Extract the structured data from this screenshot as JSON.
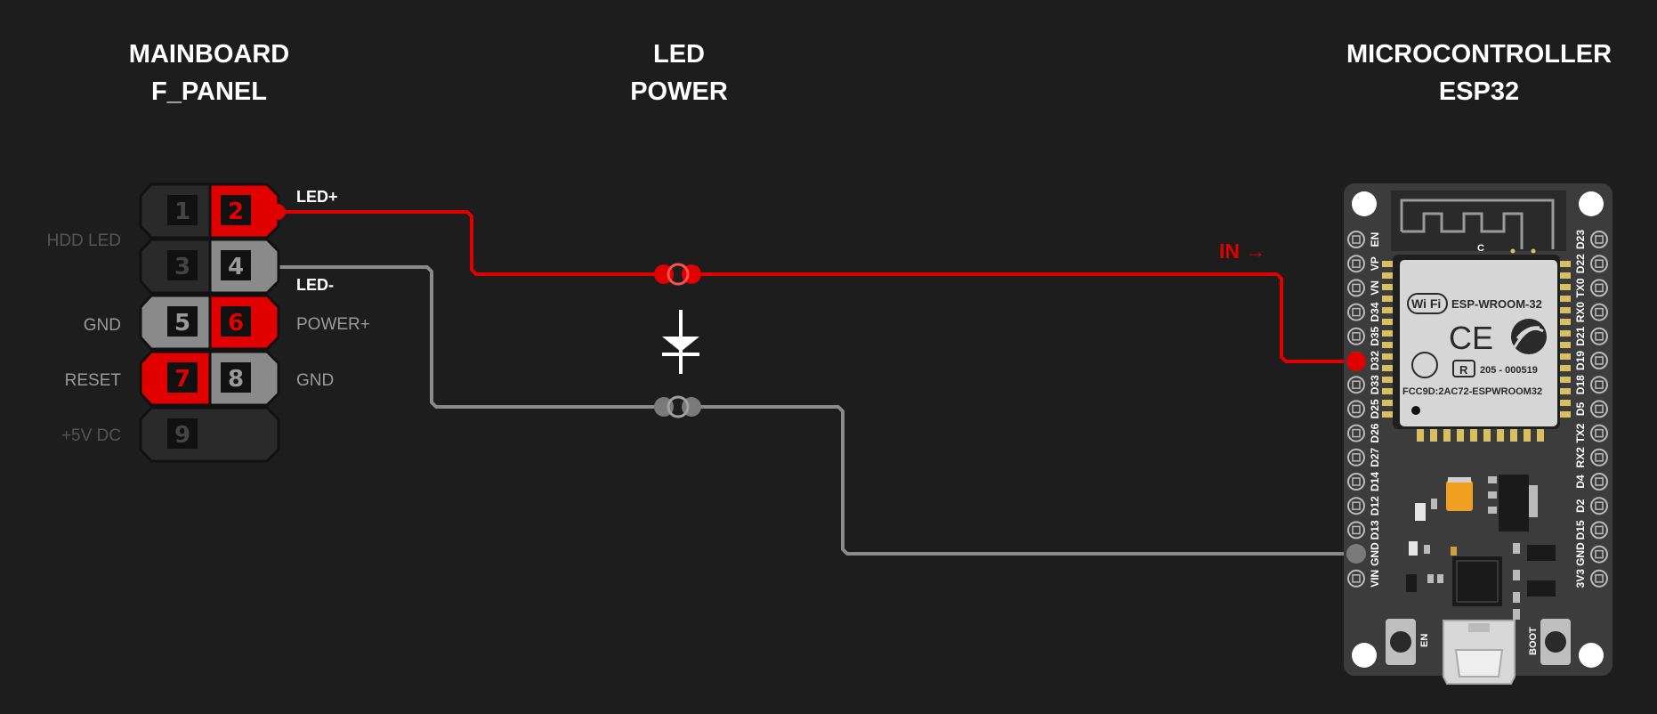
{
  "titles": {
    "left": [
      "MAINBOARD",
      "F_PANEL"
    ],
    "center": [
      "LED",
      "POWER"
    ],
    "right": [
      "MICROCONTROLLER",
      "ESP32"
    ]
  },
  "header": {
    "pins": [
      "1",
      "2",
      "3",
      "4",
      "5",
      "6",
      "7",
      "8",
      "9"
    ],
    "left_labels": {
      "hdd": "HDD LED",
      "gnd": "GND",
      "reset": "RESET",
      "v5": "+5V DC"
    },
    "right_labels": {
      "led_plus": "LED+",
      "led_minus": "LED-",
      "power_plus": "POWER+",
      "gnd": "GND"
    }
  },
  "wires": {
    "in_label": "IN →"
  },
  "esp32": {
    "module_name": "ESP-WROOM-32",
    "wifi_text": "Wi Fi",
    "ce_text": "CE",
    "cert_number": "205 - 000519",
    "fcc": "FCC9D:2AC72-ESPWROOM32",
    "r_mark": "R",
    "antenna_c": "C",
    "en_button": "EN",
    "boot_button": "BOOT",
    "left_pins": [
      "EN",
      "VP",
      "VN",
      "D34",
      "D35",
      "D32",
      "D33",
      "D25",
      "D26",
      "D27",
      "D14",
      "D12",
      "D13",
      "GND",
      "VIN"
    ],
    "right_pins": [
      "D23",
      "D22",
      "TX0",
      "RX0",
      "D21",
      "D19",
      "D18",
      "D5",
      "TX2",
      "RX2",
      "D4",
      "D2",
      "D15",
      "GND",
      "3V3"
    ]
  },
  "colors": {
    "red": "#e00000",
    "gray": "#8a8a8a",
    "board": "#3c3c3c",
    "bg": "#1d1d1d"
  }
}
